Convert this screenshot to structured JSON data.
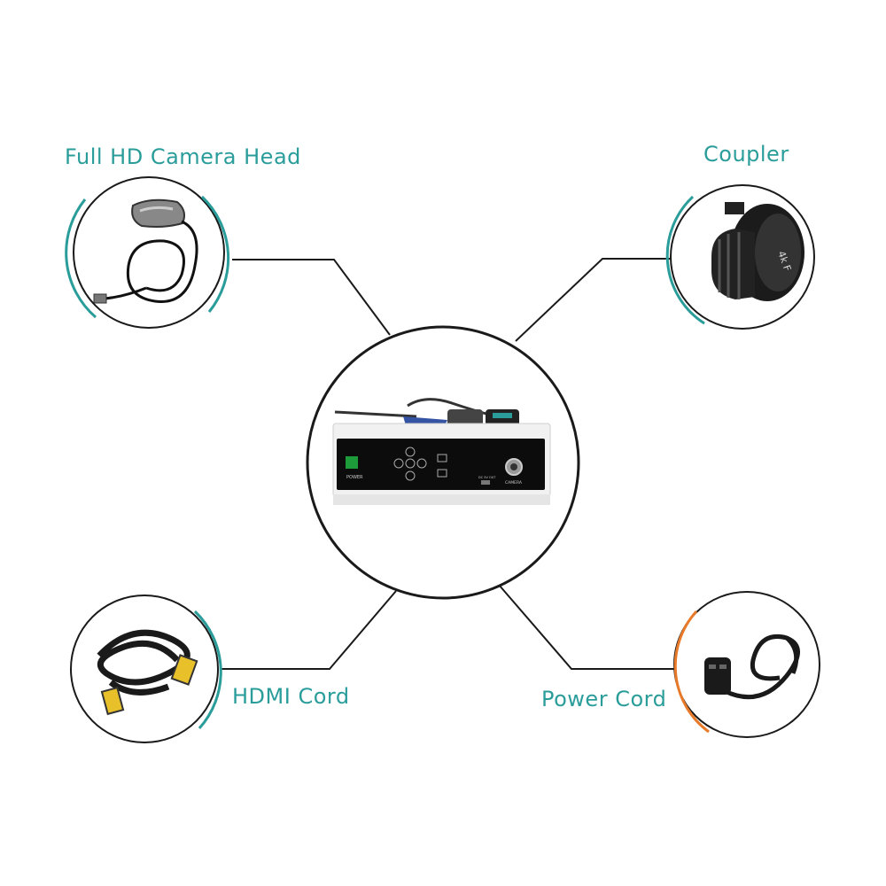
{
  "colors": {
    "accent": "#2a9d9b",
    "accent_orange": "#e87a2a",
    "outline": "#1a1a1a",
    "text": "#2a9d9b"
  },
  "labels": {
    "camera_head": "Full HD Camera Head",
    "coupler": "Coupler",
    "hdmi_cord": "HDMI Cord",
    "power_cord": "Power Cord"
  },
  "device_panel": {
    "power_label": "POWER",
    "camera_label": "CAMERA",
    "dc_out_label": "DC 5V OUT",
    "coupler_lens_text": "4k F"
  },
  "icons": {
    "camera_head": "camera-head-icon",
    "coupler": "coupler-icon",
    "hdmi_cord": "hdmi-cord-icon",
    "power_cord": "power-cord-icon",
    "main_unit": "camera-control-unit-icon"
  }
}
